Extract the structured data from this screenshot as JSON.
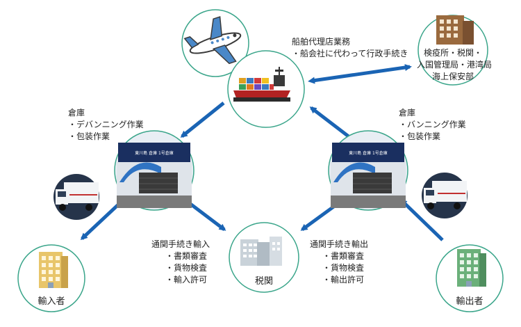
{
  "agency": {
    "title": "船舶代理店業務",
    "items": [
      "・船会社に代わって行政手続き"
    ]
  },
  "authorities": {
    "lines": [
      "検疫所・税関・",
      "入国管理局・港湾局",
      "海上保安部"
    ]
  },
  "warehouse_left": {
    "title": "倉庫",
    "items": [
      "・デバンニング作業",
      "・包装作業"
    ],
    "sign_text": "東川島 倉庫 1号倉庫"
  },
  "warehouse_right": {
    "title": "倉庫",
    "items": [
      "・バンニング作業",
      "・包装作業"
    ],
    "sign_text": "東川島 倉庫 1号倉庫"
  },
  "import_customs": {
    "title": "通関手続き輸入",
    "items": [
      "・書類審査",
      "・貨物検査",
      "・輸入許可"
    ]
  },
  "export_customs": {
    "title": "通関手続き輸出",
    "items": [
      "・書類審査",
      "・貨物検査",
      "・輸出許可"
    ]
  },
  "customs_node": {
    "label": "税関"
  },
  "importer_node": {
    "label": "輸入者"
  },
  "exporter_node": {
    "label": "輸出者"
  },
  "colors": {
    "arrow": "#1a64b4",
    "circle_border": "#3aa58a",
    "airplane": "#4a88c8",
    "ship_hull": "#b22222",
    "authority_building": "#9a6a3e",
    "importer_building": "#e8c56a",
    "exporter_building": "#6bb07a",
    "customs_building": "#b9c4cc"
  }
}
